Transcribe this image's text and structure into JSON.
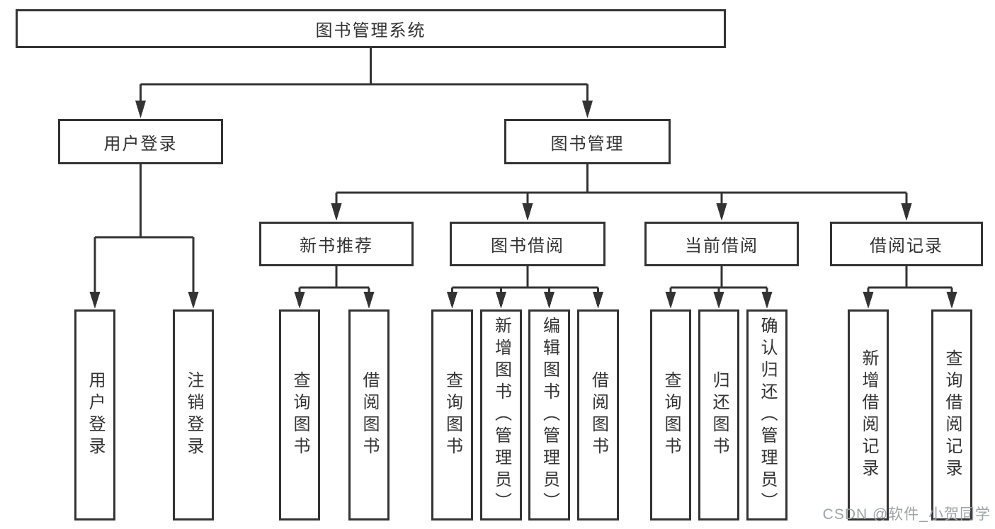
{
  "diagram": {
    "title": "图书管理系统",
    "colors": {
      "line": "#333333",
      "text": "#333333",
      "box_background": "#ffffff",
      "watermark": "#989ea3"
    },
    "nodes": {
      "root": "图书管理系统",
      "userLogin": "用户登录",
      "bookMgmt": "图书管理",
      "newBookRec": "新书推荐",
      "bookBorrow": "图书借阅",
      "currentBorrow": "当前借阅",
      "borrowRecords": "借阅记录",
      "loginLeaf": "用户登录",
      "logoutLeaf": "注销登录",
      "queryBook1": "查询图书",
      "borrowBook1": "借阅图书",
      "queryBook2": "查询图书",
      "addBook": "新增图书（管理员）",
      "editBook": "编辑图书（管理员）",
      "borrowBook2": "借阅图书",
      "queryBook3": "查询图书",
      "returnBook": "归还图书",
      "confirmReturn": "确认归还（管理员）",
      "addBorrowRecord": "新增借阅记录",
      "queryBorrowRecord": "查询借阅记录"
    },
    "hierarchy": {
      "图书管理系统": {
        "用户登录": [
          "用户登录",
          "注销登录"
        ],
        "图书管理": {
          "新书推荐": [
            "查询图书",
            "借阅图书"
          ],
          "图书借阅": [
            "查询图书",
            "新增图书（管理员）",
            "编辑图书（管理员）",
            "借阅图书"
          ],
          "当前借阅": [
            "查询图书",
            "归还图书",
            "确认归还（管理员）"
          ],
          "借阅记录": [
            "新增借阅记录",
            "查询借阅记录"
          ]
        }
      }
    },
    "watermark": "CSDN @软件_小贺同学"
  }
}
